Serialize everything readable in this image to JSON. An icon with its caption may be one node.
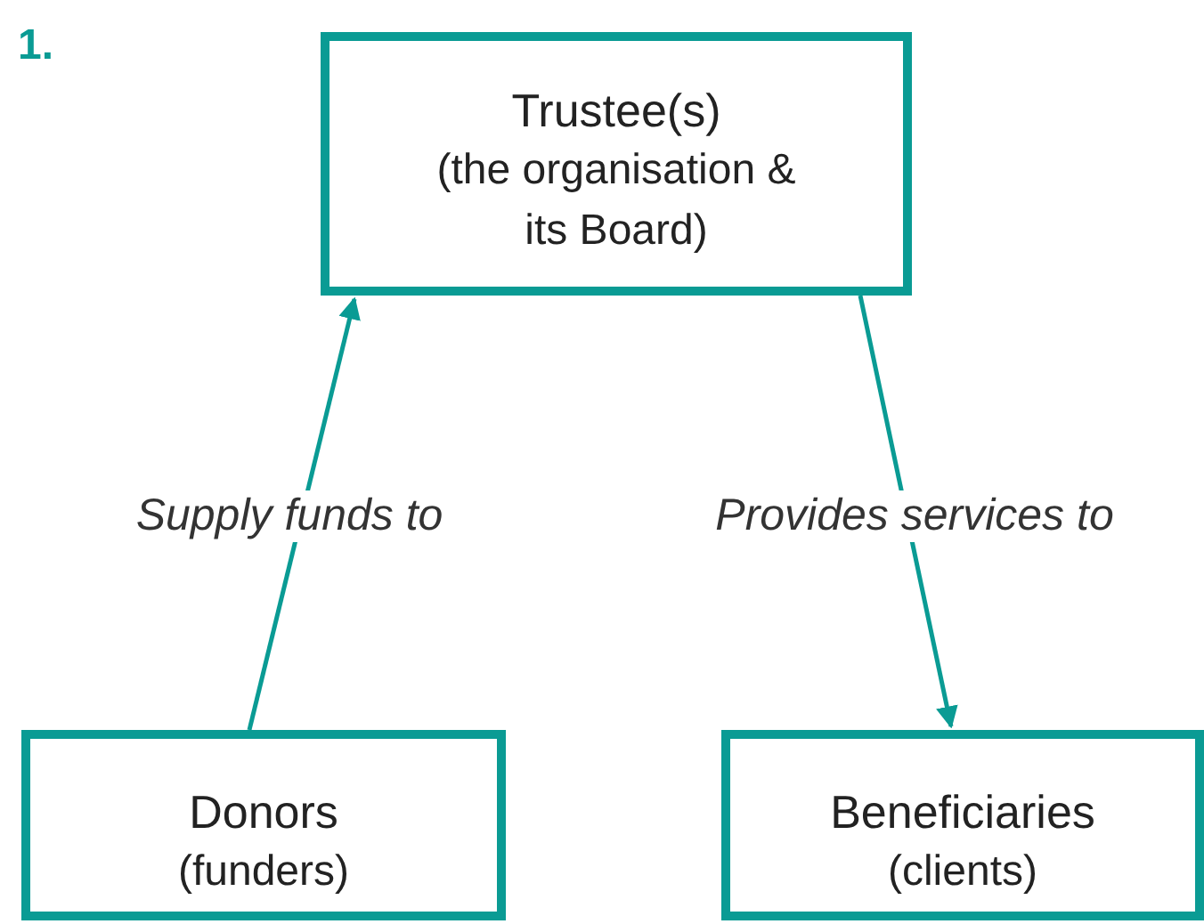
{
  "diagram": {
    "nodes": [
      {
        "text": [
          "Trustee(s)",
          "(the organisation & its Board)"
        ]
      },
      {
        "text": [
          "Donors",
          "(funders)"
        ]
      },
      {
        "text": [
          "Beneficiaries",
          "(clients)"
        ]
      }
    ],
    "edges": [
      {
        "from": 1,
        "to": 0,
        "arrow": "to",
        "label": "Supply funds to"
      },
      {
        "from": 0,
        "to": 2,
        "arrow": "to",
        "label": "Provides services to"
      }
    ],
    "labels": [
      "1."
    ]
  }
}
